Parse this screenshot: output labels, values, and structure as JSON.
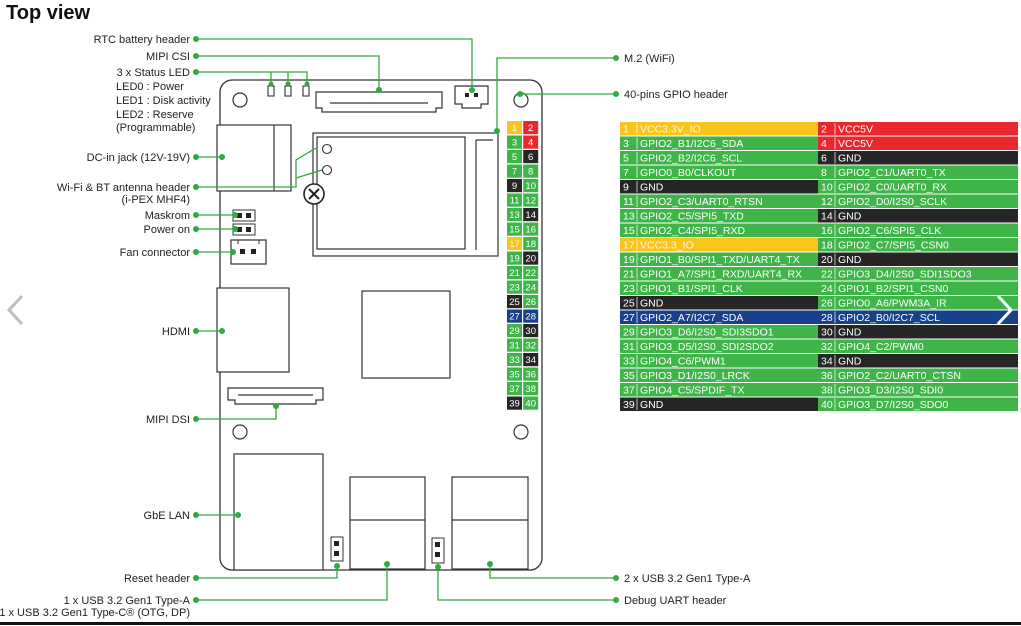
{
  "title": "Top view",
  "labels": {
    "rtc": "RTC battery header",
    "mipi_csi": "MIPI CSI",
    "status_led": [
      "3 x Status LED",
      "LED0 : Power",
      "LED1 : Disk activity",
      "LED2 : Reserve",
      "(Programmable)"
    ],
    "dc_jack": "DC-in jack (12V-19V)",
    "antenna": [
      "Wi-Fi & BT antenna header",
      "(i-PEX MHF4)"
    ],
    "maskrom": "Maskrom",
    "power_on": "Power on",
    "fan": "Fan connector",
    "hdmi": "HDMI",
    "mipi_dsi": "MIPI DSI",
    "gbe": "GbE LAN",
    "reset": "Reset header",
    "usb_a_left": "1 x USB 3.2 Gen1 Type-A",
    "usb_c": "1 x USB 3.2 Gen1 Type-C® (OTG, DP)",
    "m2": "M.2 (WiFi)",
    "gpio_header": "40-pins GPIO header",
    "usb_a_right": "2 x USB 3.2 Gen1 Type-A",
    "debug_uart": "Debug UART header"
  },
  "colors": {
    "green": "#3fb549",
    "yellow": "#f7c51c",
    "red": "#e8282d",
    "black": "#262626",
    "blue": "#18418c",
    "leader": "#2faa3c"
  },
  "pins": [
    {
      "num": "1",
      "name": "VCC3.3V_IO",
      "color": "yellow"
    },
    {
      "num": "2",
      "name": "VCC5V",
      "color": "red"
    },
    {
      "num": "3",
      "name": "GPIO2_B1/I2C6_SDA",
      "color": "green"
    },
    {
      "num": "4",
      "name": "VCC5V",
      "color": "red"
    },
    {
      "num": "5",
      "name": "GPIO2_B2/I2C6_SCL",
      "color": "green"
    },
    {
      "num": "6",
      "name": "GND",
      "color": "black"
    },
    {
      "num": "7",
      "name": "GPIO0_B0/CLKOUT",
      "color": "green"
    },
    {
      "num": "8",
      "name": "GPIO2_C1/UART0_TX",
      "color": "green"
    },
    {
      "num": "9",
      "name": "GND",
      "color": "black"
    },
    {
      "num": "10",
      "name": "GPIO2_C0/UART0_RX",
      "color": "green"
    },
    {
      "num": "11",
      "name": "GPIO2_C3/UART0_RTSN",
      "color": "green"
    },
    {
      "num": "12",
      "name": "GPIO2_D0/I2S0_SCLK",
      "color": "green"
    },
    {
      "num": "13",
      "name": "GPIO2_C5/SPI5_TXD",
      "color": "green"
    },
    {
      "num": "14",
      "name": "GND",
      "color": "black"
    },
    {
      "num": "15",
      "name": "GPIO2_C4/SPI5_RXD",
      "color": "green"
    },
    {
      "num": "16",
      "name": "GPIO2_C6/SPI5_CLK",
      "color": "green"
    },
    {
      "num": "17",
      "name": "VCC3.3_IO",
      "color": "yellow"
    },
    {
      "num": "18",
      "name": "GPIO2_C7/SPI5_CSN0",
      "color": "green"
    },
    {
      "num": "19",
      "name": "GPIO1_B0/SPI1_TXD/UART4_TX",
      "color": "green"
    },
    {
      "num": "20",
      "name": "GND",
      "color": "black"
    },
    {
      "num": "21",
      "name": "GPIO1_A7/SPI1_RXD/UART4_RX",
      "color": "green"
    },
    {
      "num": "22",
      "name": "GPIO3_D4/I2S0_SDI1SDO3",
      "color": "green"
    },
    {
      "num": "23",
      "name": "GPIO1_B1/SPI1_CLK",
      "color": "green"
    },
    {
      "num": "24",
      "name": "GPIO1_B2/SPI1_CSN0",
      "color": "green"
    },
    {
      "num": "25",
      "name": "GND",
      "color": "black"
    },
    {
      "num": "26",
      "name": "GPIO0_A6/PWM3A_IR",
      "color": "green"
    },
    {
      "num": "27",
      "name": "GPIO2_A7/I2C7_SDA",
      "color": "blue"
    },
    {
      "num": "28",
      "name": "GPIO2_B0/I2C7_SCL",
      "color": "blue"
    },
    {
      "num": "29",
      "name": "GPIO3_D6/I2S0_SDI3SDO1",
      "color": "green"
    },
    {
      "num": "30",
      "name": "GND",
      "color": "black"
    },
    {
      "num": "31",
      "name": "GPIO3_D5/I2S0_SDI2SDO2",
      "color": "green"
    },
    {
      "num": "32",
      "name": "GPIO4_C2/PWM0",
      "color": "green"
    },
    {
      "num": "33",
      "name": "GPIO4_C6/PWM1",
      "color": "green"
    },
    {
      "num": "34",
      "name": "GND",
      "color": "black"
    },
    {
      "num": "35",
      "name": "GPIO3_D1/I2S0_LRCK",
      "color": "green"
    },
    {
      "num": "36",
      "name": "GPIO2_C2/UART0_CTSN",
      "color": "green"
    },
    {
      "num": "37",
      "name": "GPIO4_C5/SPDIF_TX",
      "color": "green"
    },
    {
      "num": "38",
      "name": "GPIO3_D3/I2S0_SDI0",
      "color": "green"
    },
    {
      "num": "39",
      "name": "GND",
      "color": "black"
    },
    {
      "num": "40",
      "name": "GPIO3_D7/I2S0_SDO0",
      "color": "green"
    }
  ]
}
